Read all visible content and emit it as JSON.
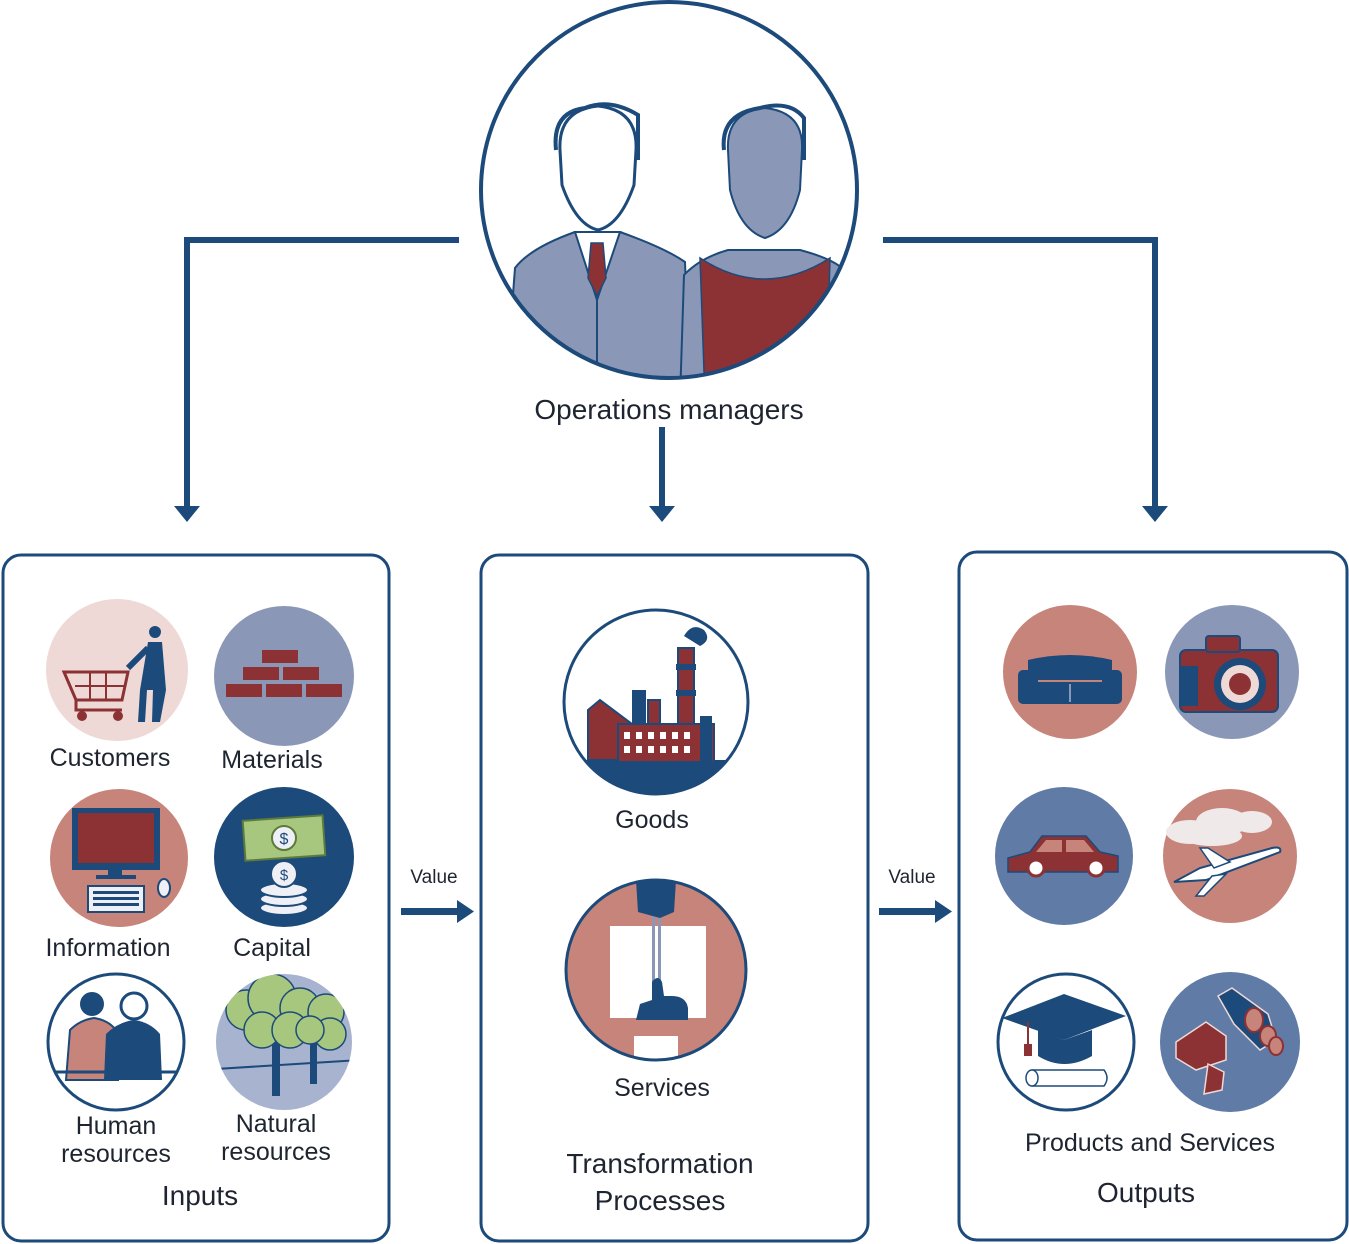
{
  "colors": {
    "navy": "#1c4a7a",
    "slate": "#8a97b6",
    "rose": "#c7847a",
    "red": "#8c3134",
    "pink_light": "#efd9d6",
    "blue_light": "#a7b3cf",
    "green": "#a6c77d",
    "bg": "#ffffff"
  },
  "top": {
    "title": "Operations managers",
    "icon": "operations-managers-icon"
  },
  "inputs": {
    "title": "Inputs",
    "items": [
      {
        "label": "Customers",
        "icon": "shopping-cart-icon"
      },
      {
        "label": "Materials",
        "icon": "bricks-icon"
      },
      {
        "label": "Information",
        "icon": "computer-icon"
      },
      {
        "label": "Capital",
        "icon": "money-icon"
      },
      {
        "label_line1": "Human",
        "label_line2": "resources",
        "icon": "people-icon"
      },
      {
        "label_line1": "Natural",
        "label_line2": "resources",
        "icon": "trees-icon"
      }
    ]
  },
  "flow": {
    "value_left": "Value",
    "value_right": "Value"
  },
  "transformation": {
    "title_line1": "Transformation",
    "title_line2": "Processes",
    "goods": "Goods",
    "services": "Services"
  },
  "outputs": {
    "title": "Outputs",
    "subtitle": "Products and Services",
    "icons": [
      "sofa-icon",
      "camera-icon",
      "car-icon",
      "airplane-icon",
      "graduation-cap-icon",
      "cheese-icon"
    ]
  }
}
